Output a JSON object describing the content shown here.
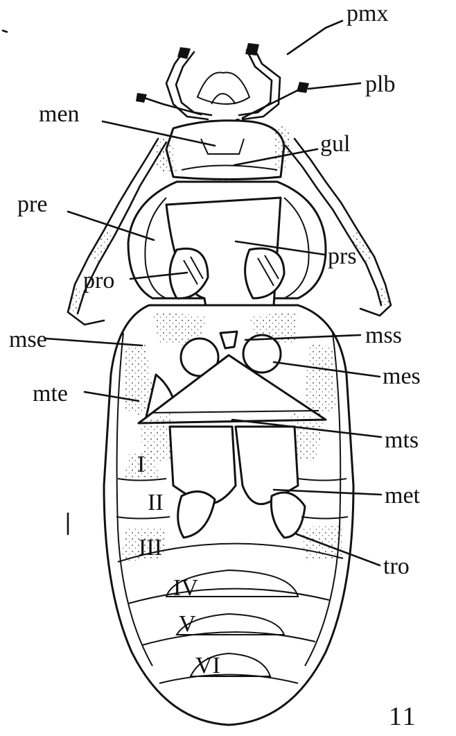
{
  "figure": {
    "number": "11",
    "labels": {
      "pmx": "pmx",
      "plb": "plb",
      "men": "men",
      "gul": "gul",
      "pre": "pre",
      "prs": "prs",
      "pro": "pro",
      "mse": "mse",
      "mss": "mss",
      "mes": "mes",
      "mte": "mte",
      "mts": "mts",
      "met": "met",
      "tro": "tro"
    },
    "segments": [
      "I",
      "II",
      "III",
      "IV",
      "V",
      "VI"
    ]
  }
}
